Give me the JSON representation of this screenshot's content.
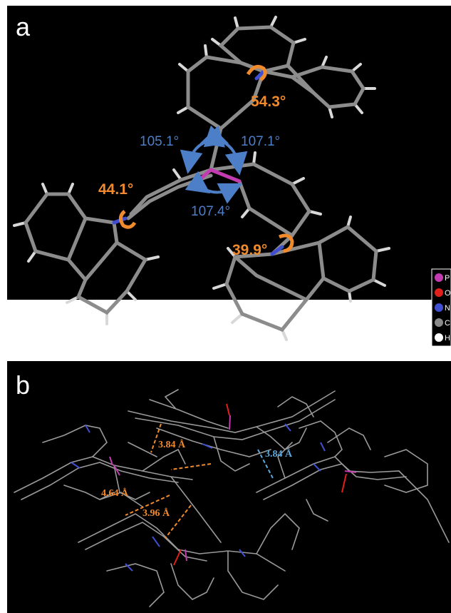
{
  "panels": {
    "a": {
      "label": "a",
      "torsion_angles": [
        "54.3°",
        "44.1°",
        "39.9°"
      ],
      "bond_angles": [
        "105.1°",
        "107.1°",
        "107.4°"
      ]
    },
    "b": {
      "label": "b",
      "distances_orange": [
        "3.84 Å",
        "4.64 Å",
        "3.96 Å"
      ],
      "distance_blue": "3.84 Å"
    }
  },
  "legend": [
    {
      "symbol": "P",
      "color": "#c23bb0"
    },
    {
      "symbol": "O",
      "color": "#e0201a"
    },
    {
      "symbol": "N",
      "color": "#3f4fd0"
    },
    {
      "symbol": "C",
      "color": "#8a8a8a"
    },
    {
      "symbol": "H",
      "color": "#ffffff"
    }
  ],
  "colors": {
    "accent_orange": "#f08a2c",
    "accent_blue": "#4d7fc8",
    "contact_blue": "#5da8dc",
    "phosphorus": "#c23bb0",
    "nitrogen": "#3f4fd0"
  }
}
